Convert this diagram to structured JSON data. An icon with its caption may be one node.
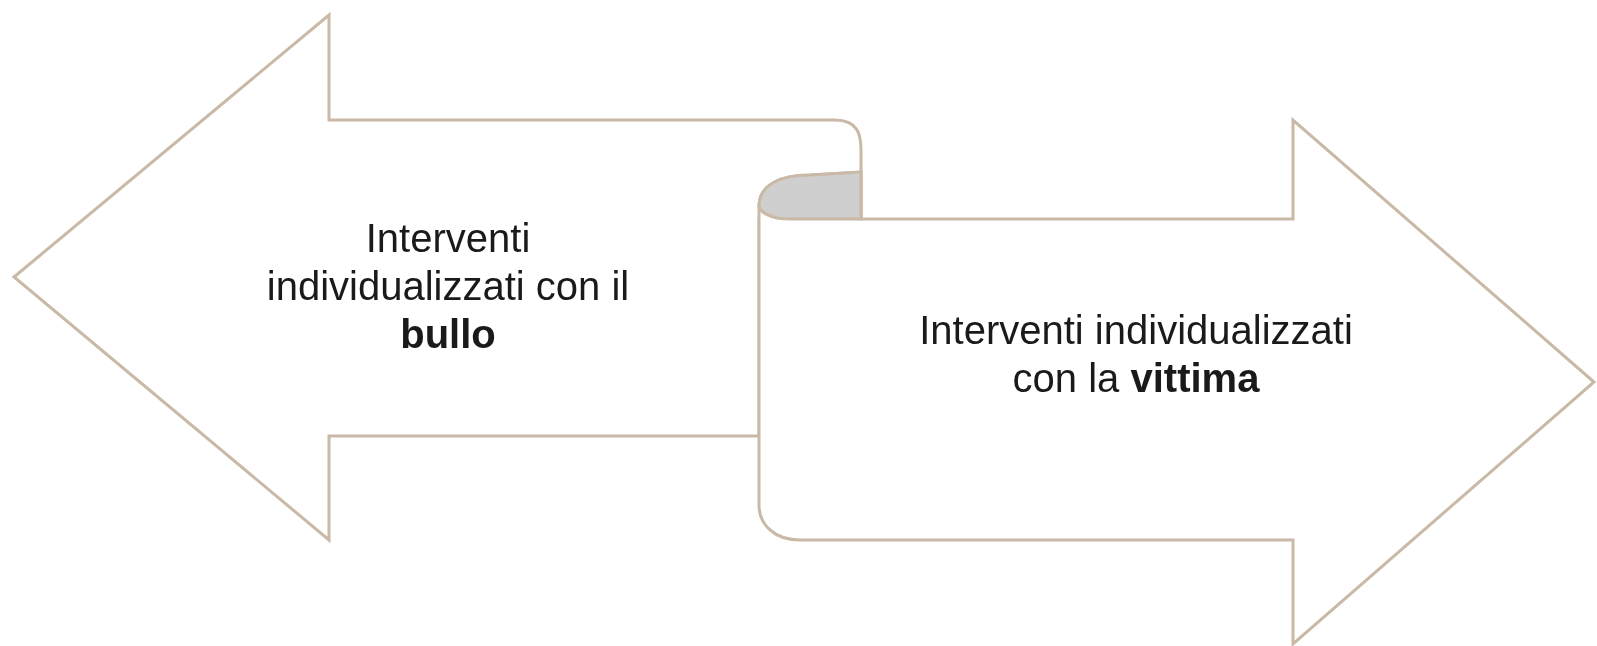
{
  "diagram": {
    "nodes": [
      {
        "text": [
          "Interventi individualizzati con il **bullo**"
        ]
      },
      {
        "text": [
          "Interventi individualizzati con la **vittima**"
        ]
      },
      {
        "text": [],
        "shape": "scroll"
      }
    ],
    "edges": []
  }
}
